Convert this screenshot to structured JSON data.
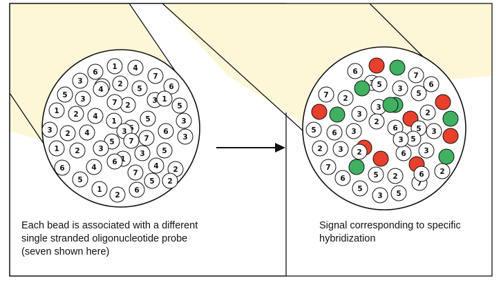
{
  "colors": {
    "panel_fill": "#fdf7d8",
    "outline": "#111111",
    "bead_fill": "#ffffff",
    "signal_red": "#e8402c",
    "signal_green": "#3fb160"
  },
  "captions": {
    "left": "Each bead is associated with a different\nsingle stranded oligonucleotide probe\n(seven shown here)",
    "right": "Signal corresponding to specific\nhybridization"
  },
  "left_beads": [
    "1",
    "6",
    "4",
    "3",
    "7",
    "7",
    "2",
    "5",
    "6",
    "5",
    "3",
    "4",
    "3",
    "2",
    "7",
    "5",
    "1",
    "1",
    "2",
    "4",
    "3",
    "3",
    "2",
    "4",
    "1",
    "6",
    "5",
    "6",
    "5",
    "7",
    "5",
    "3",
    "1",
    "2",
    "3",
    "1",
    "3",
    "6",
    "4",
    "6",
    "7",
    "4",
    "2",
    "5",
    "1",
    "2",
    "6",
    "5",
    "2",
    "3",
    "7"
  ],
  "right_beads": [
    "6",
    "R",
    "G",
    "3",
    "7",
    "5",
    "3",
    "5",
    "G",
    "6",
    "7",
    "2",
    "G",
    "3",
    "R",
    "R",
    "3",
    "G",
    "2",
    "G",
    "G",
    "R",
    "2",
    "6",
    "5",
    "3",
    "5",
    "6",
    "R",
    "5",
    "3",
    "R",
    "2",
    "3",
    "R",
    "6",
    "3",
    "G",
    "7",
    "R",
    "G",
    "6",
    "5",
    "2",
    "5",
    "3",
    "7",
    "2",
    "5",
    "6",
    "2",
    "3"
  ]
}
